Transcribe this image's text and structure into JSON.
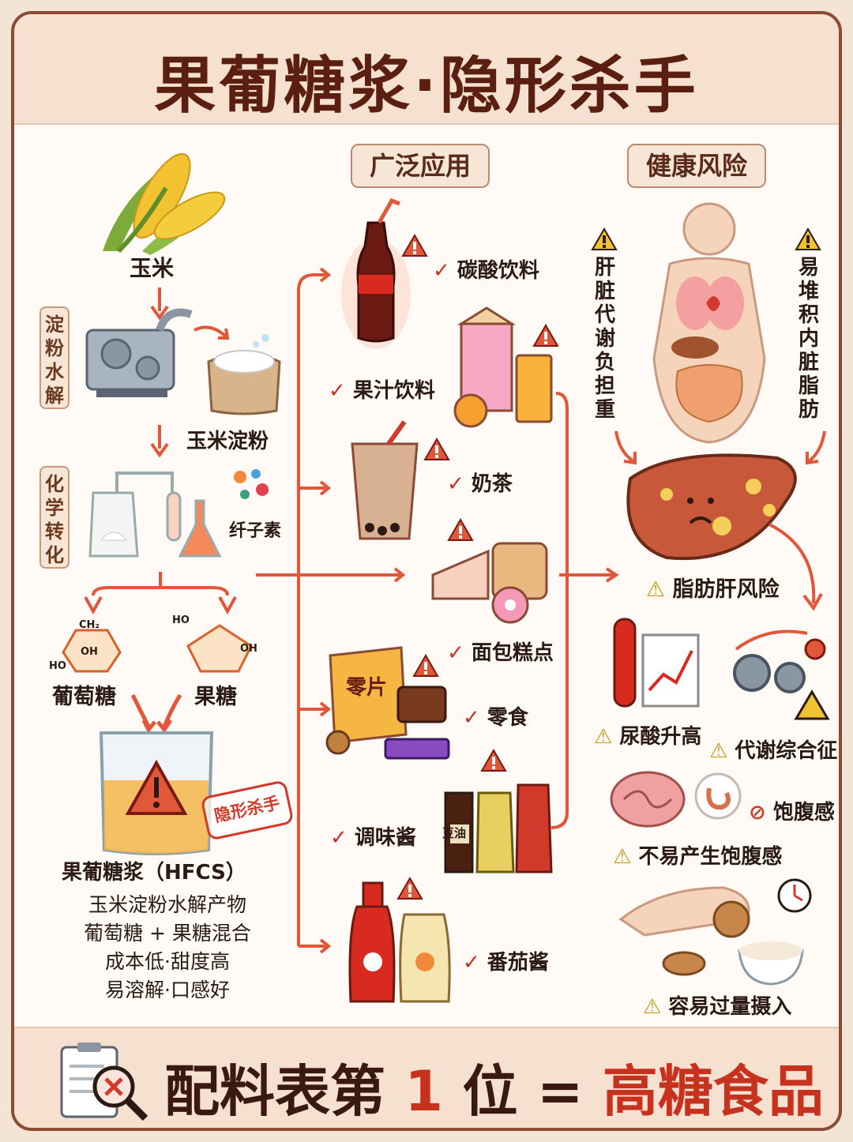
{
  "title": "果葡糖浆·隐形杀手",
  "sections": {
    "applications": "广泛应用",
    "risks": "健康风险"
  },
  "process": {
    "corn": "玉米",
    "step1": "淀粉水解",
    "starch": "玉米淀粉",
    "step2": "化学转化",
    "cellulose": "纤子素",
    "glucose": "葡萄糖",
    "fructose": "果糖",
    "hfcs": "果葡糖浆（HFCS）",
    "stamp": "隐形杀手",
    "desc": [
      "玉米淀粉水解产物",
      "葡萄糖 + 果糖混合",
      "成本低·甜度高",
      "易溶解·口感好"
    ],
    "chem": {
      "ch2": "CH₂",
      "oh": "OH",
      "ho": "HO"
    }
  },
  "applications": [
    "碳酸饮料",
    "果汁饮料",
    "奶茶",
    "面包糕点",
    "零食",
    "调味酱",
    "番茄酱"
  ],
  "food_text": {
    "chips": "零片",
    "soy": "豆油"
  },
  "risks": {
    "liver_left": "肝脏代谢负担重",
    "liver_right": "易堆积内脏脂肪",
    "fatty_liver": "脂肪肝风险",
    "uric": "尿酸升高",
    "metabolic": "代谢综合征",
    "satiety_icon": "饱腹感",
    "satiety": "不易产生饱腹感",
    "overeat": "容易过量摄入"
  },
  "footer": {
    "part1": "配料表第 ",
    "num": "1",
    "part2": " 位 = ",
    "part3": "高糖食品"
  },
  "colors": {
    "accent": "#c7321f",
    "brown": "#5a1f10",
    "bg": "#fffaf5",
    "warn": "#f2c230"
  }
}
